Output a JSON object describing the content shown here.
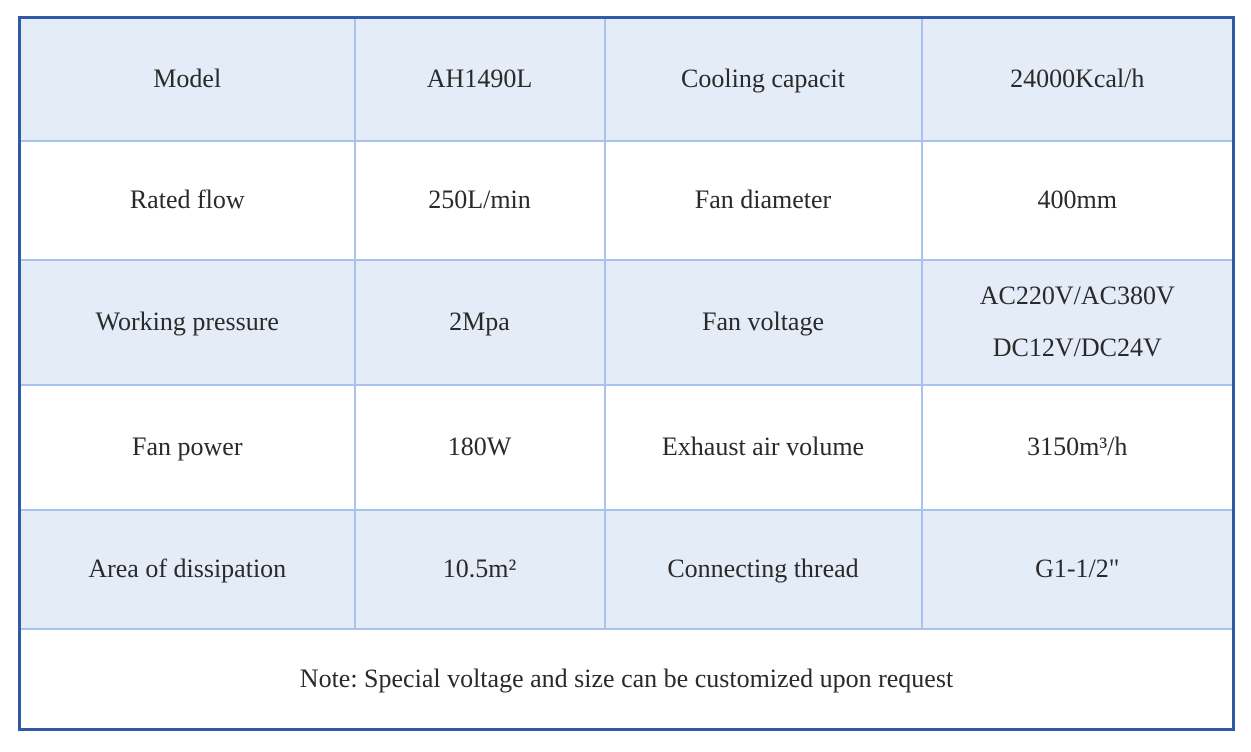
{
  "rows": [
    {
      "label1": "Model",
      "value1": "AH1490L",
      "label2": "Cooling capacit",
      "value2": "24000Kcal/h"
    },
    {
      "label1": "Rated flow",
      "value1": "250L/min",
      "label2": "Fan diameter",
      "value2": "400mm"
    },
    {
      "label1": "Working pressure",
      "value1": "2Mpa",
      "label2": "Fan voltage",
      "value2_line1": "AC220V/AC380V",
      "value2_line2": "DC12V/DC24V"
    },
    {
      "label1": "Fan power",
      "value1": "180W",
      "label2": "Exhaust air volume",
      "value2": "3150m³/h"
    },
    {
      "label1": "Area of dissipation",
      "value1": "10.5m²",
      "label2": "Connecting thread",
      "value2": "G1-1/2\""
    }
  ],
  "note": "Note: Special voltage and size can be customized upon request"
}
